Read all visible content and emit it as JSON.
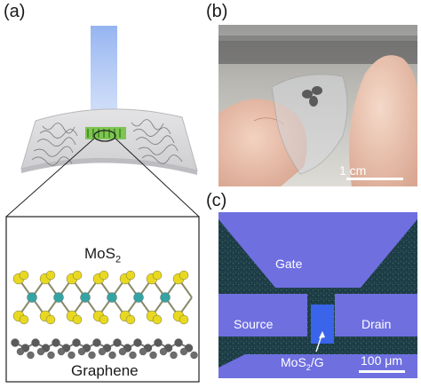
{
  "panels": {
    "a": {
      "label": "(a)",
      "top_material": "MoS",
      "top_material_sub": "2",
      "bottom_material": "Graphene"
    },
    "b": {
      "label": "(b)",
      "scale_bar": "1 cm"
    },
    "c": {
      "label": "(c)",
      "gate": "Gate",
      "source": "Source",
      "drain": "Drain",
      "channel_pre": "MoS",
      "channel_sub": "2",
      "channel_post": "/G",
      "scale_bar": "100 μm"
    }
  },
  "colors": {
    "electrode": "#6f6fe0",
    "channel": "#3a64ea",
    "substrate": "#1d3a45",
    "mo_atom": "#36a3a3",
    "s_atom": "#e8d820",
    "c_atom": "#5a5a5a"
  }
}
